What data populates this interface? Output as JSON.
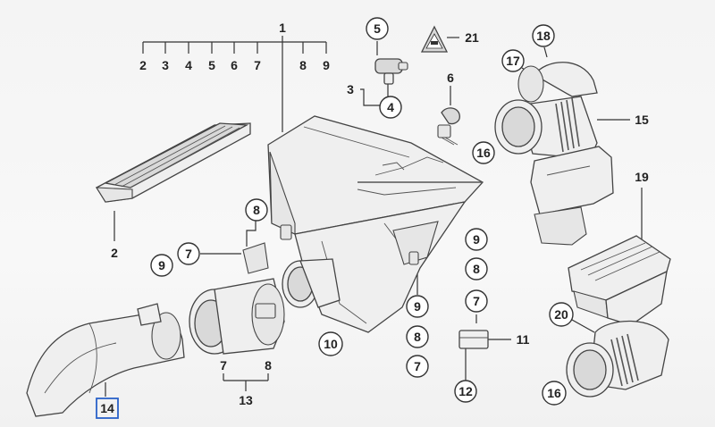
{
  "diagram": {
    "callouts": {
      "n1": "1",
      "n2_top": "2",
      "n3_top": "3",
      "n4_top": "4",
      "n5_top": "5",
      "n6_top": "6",
      "n7_top": "7",
      "n8_top": "8",
      "n9_top": "9",
      "n2_filter": "2",
      "n3_sensor": "3",
      "n4_sensor": "4",
      "n5_sensor": "5",
      "n21": "21",
      "n6_clip": "6",
      "n18": "18",
      "n17": "17",
      "n15": "15",
      "n16_right": "16",
      "n8_mid": "8",
      "n7_mid": "7",
      "n9_mid": "9",
      "n10": "10",
      "n9_col_a": "9",
      "n8_col_a": "8",
      "n7_col_a": "7",
      "n9_col_b": "9",
      "n8_col_b": "8",
      "n7_col_b": "7",
      "n11": "11",
      "n12": "12",
      "n19": "19",
      "n20": "20",
      "n16_bottom": "16",
      "n7_bottom": "7",
      "n8_bottom": "8",
      "n13": "13",
      "n14": "14"
    }
  }
}
